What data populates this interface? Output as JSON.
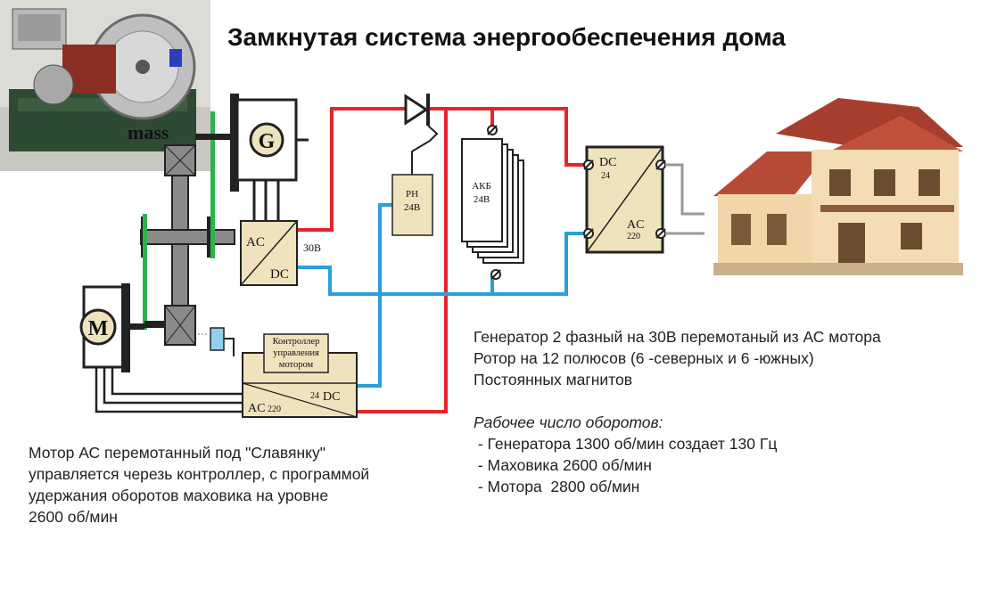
{
  "title": "Замкнутая система энергообеспечения дома",
  "photo": {
    "label": "mass"
  },
  "components": {
    "generator": "G",
    "motor": "M",
    "converter1": {
      "top": "AC",
      "bottom": "DC",
      "voltage": "30В"
    },
    "regulator": {
      "line1": "РН",
      "line2": "24В"
    },
    "battery": {
      "line1": "АКБ",
      "line2": "24В"
    },
    "inverter": {
      "dc": "DC",
      "dc_v": "24",
      "ac": "AC",
      "ac_v": "220"
    },
    "controller": {
      "line1": "Контроллер",
      "line2": "управления",
      "line3": "мотором"
    },
    "converter2": {
      "ac": "AC",
      "ac_v": "220",
      "dc_v": "24",
      "dc": "DC"
    }
  },
  "notes": {
    "lines": [
      "Генератор 2 фазный на 30В перемотаный из АС мотора",
      "Ротор на 12 полюсов (6 -северных и 6 -южных)",
      "Постоянных магнитов"
    ],
    "rpm_title": "Рабочее число оборотов:",
    "rpm_items": [
      " - Генератора 1300 об/мин создает 130 Гц",
      " - Маховика 2600 об/мин",
      " - Мотора  2800 об/мин"
    ]
  },
  "motor_note": {
    "lines": [
      "Мотор АС перемотанный под \"Славянку\"",
      "управляется черезь контроллер, с программой",
      "удержания оборотов маховика на уровне",
      "2600 об/мин"
    ]
  },
  "colors": {
    "positive": "#e8232a",
    "negative": "#2a9fd8",
    "belt": "#2db34a",
    "box": "#efe3bd",
    "shaft": "#8a8a8a"
  }
}
